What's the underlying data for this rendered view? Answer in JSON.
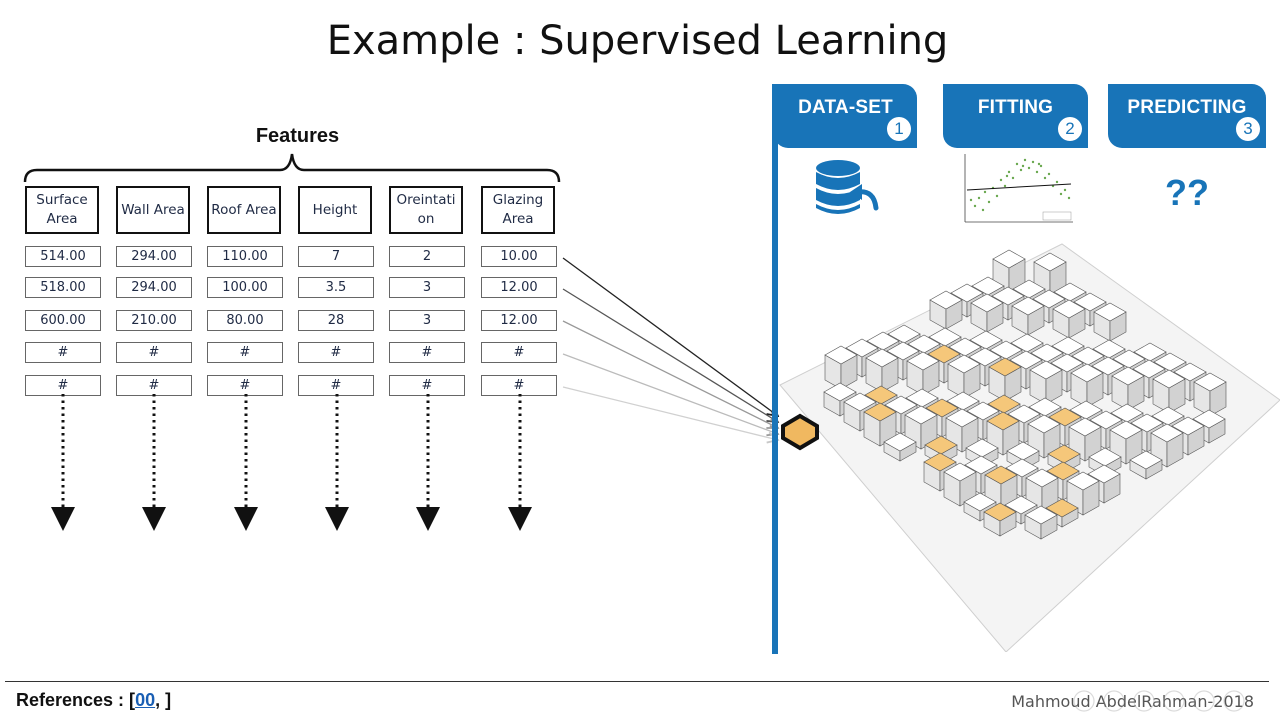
{
  "slide": {
    "title": "Example : Supervised Learning",
    "features_label": "Features",
    "references_prefix": "References : [",
    "references_link": "00",
    "references_suffix": ", ]",
    "author": "Mahmoud AbdelRahman-2018"
  },
  "table": {
    "headers": [
      "Surface Area",
      "Wall Area",
      "Roof Area",
      "Height",
      "Oreintati on",
      "Glazing Area"
    ],
    "rows": [
      [
        "514.00",
        "294.00",
        "110.00",
        "7",
        "2",
        "10.00"
      ],
      [
        "518.00",
        "294.00",
        "100.00",
        "3.5",
        "3",
        "12.00"
      ],
      [
        "600.00",
        "210.00",
        "80.00",
        "28",
        "3",
        "12.00"
      ],
      [
        "#",
        "#",
        "#",
        "#",
        "#",
        "#"
      ],
      [
        "#",
        "#",
        "#",
        "#",
        "#",
        "#"
      ]
    ]
  },
  "steps": [
    {
      "label": "DATA-SET",
      "number": "1",
      "icon": "database-sync-icon"
    },
    {
      "label": "FITTING",
      "number": "2",
      "icon": "scatter-plot-thumbnail"
    },
    {
      "label": "PREDICTING",
      "number": "3",
      "text": "??"
    }
  ],
  "colors": {
    "accent_blue": "#1874b8",
    "highlight_orange": "#f5c77a",
    "text_dark": "#111111"
  }
}
